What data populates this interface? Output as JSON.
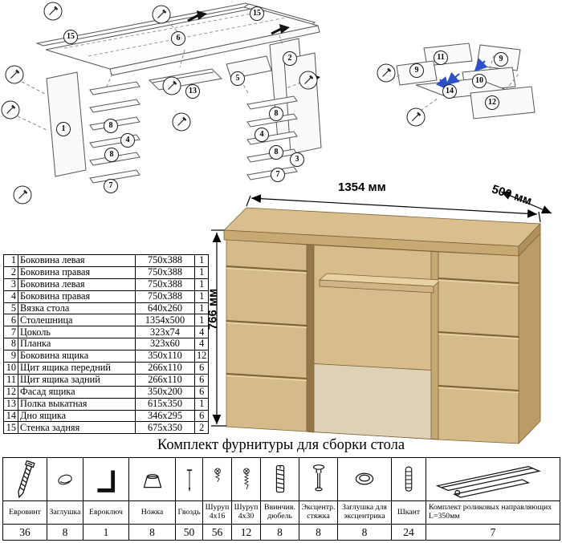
{
  "page": {
    "title_hardware": "Комплект фурнитуры для сборки стола"
  },
  "dimensions": {
    "width": "1354 мм",
    "depth": "500 мм",
    "height": "766 мм"
  },
  "parts": [
    {
      "num": "1",
      "name": "Боковина левая",
      "size": "750х388",
      "qty": "1"
    },
    {
      "num": "2",
      "name": "Боковина правая",
      "size": "750х388",
      "qty": "1"
    },
    {
      "num": "3",
      "name": "Боковина левая",
      "size": "750х388",
      "qty": "1"
    },
    {
      "num": "4",
      "name": "Боковина правая",
      "size": "750х388",
      "qty": "1"
    },
    {
      "num": "5",
      "name": "Вязка стола",
      "size": "640х260",
      "qty": "1"
    },
    {
      "num": "6",
      "name": "Столешница",
      "size": "1354х500",
      "qty": "1"
    },
    {
      "num": "7",
      "name": "Цоколь",
      "size": "323х74",
      "qty": "4"
    },
    {
      "num": "8",
      "name": "Планка",
      "size": "323х60",
      "qty": "4"
    },
    {
      "num": "9",
      "name": "Боковина ящика",
      "size": "350х110",
      "qty": "12"
    },
    {
      "num": "10",
      "name": "Щит ящика передний",
      "size": "266х110",
      "qty": "6"
    },
    {
      "num": "11",
      "name": "Щит ящика задний",
      "size": "266х110",
      "qty": "6"
    },
    {
      "num": "12",
      "name": "Фасад ящика",
      "size": "350х200",
      "qty": "6"
    },
    {
      "num": "13",
      "name": "Полка выкатная",
      "size": "615х350",
      "qty": "1"
    },
    {
      "num": "14",
      "name": "Дно ящика",
      "size": "346х295",
      "qty": "6"
    },
    {
      "num": "15",
      "name": "Стенка задняя",
      "size": "675х350",
      "qty": "2"
    }
  ],
  "hardware": [
    {
      "name": "Евровинт",
      "qty": "36",
      "icon": "euro-screw-icon"
    },
    {
      "name": "Заглушка",
      "qty": "8",
      "icon": "plug-icon"
    },
    {
      "name": "Евроключ",
      "qty": "1",
      "icon": "hex-key-icon"
    },
    {
      "name": "Ножка",
      "qty": "8",
      "icon": "foot-icon"
    },
    {
      "name": "Гвоздь",
      "qty": "50",
      "icon": "nail-icon"
    },
    {
      "name": "Шуруп 4х16",
      "qty": "56",
      "icon": "screw-short-icon"
    },
    {
      "name": "Шуруп 4х30",
      "qty": "12",
      "icon": "screw-long-icon"
    },
    {
      "name": "Ввинчив. дюбель",
      "qty": "8",
      "icon": "threaded-dowel-icon"
    },
    {
      "name": "Эксцентр. стяжка",
      "qty": "8",
      "icon": "cam-bolt-icon"
    },
    {
      "name": "Заглушка для эксцентрика",
      "qty": "8",
      "icon": "cam-cap-icon"
    },
    {
      "name": "Шкант",
      "qty": "24",
      "icon": "wood-dowel-icon"
    },
    {
      "name": "Комплект роликовых направляющих L=350мм",
      "qty": "7",
      "icon": "drawer-slide-icon"
    }
  ],
  "callouts": {
    "main": [
      "15",
      "15",
      "6",
      "2",
      "13",
      "5",
      "1",
      "8",
      "4",
      "8",
      "7",
      "8",
      "4",
      "8",
      "7",
      "3"
    ],
    "drawer": [
      "11",
      "9",
      "9",
      "10",
      "14",
      "12"
    ]
  },
  "colors": {
    "wood_light": "#d9bf8e",
    "wood_mid": "#d6bb8a",
    "wood_dark": "#b2905b",
    "gap_line": "#7c6136",
    "blue_arrow": "#2b50c8"
  }
}
